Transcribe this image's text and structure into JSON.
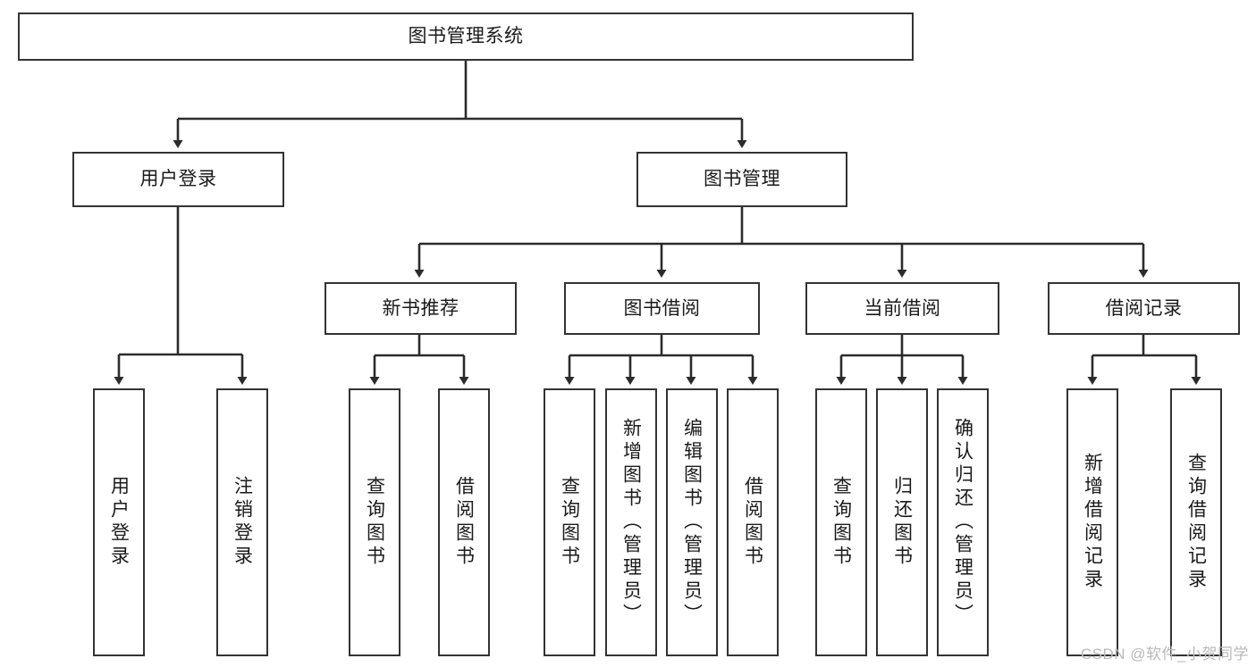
{
  "diagram": {
    "type": "tree",
    "title": "图书管理系统",
    "root": {
      "label": "图书管理系统"
    },
    "level2": [
      {
        "label": "用户登录"
      },
      {
        "label": "图书管理"
      }
    ],
    "level3": [
      {
        "label": "新书推荐"
      },
      {
        "label": "图书借阅"
      },
      {
        "label": "当前借阅"
      },
      {
        "label": "借阅记录"
      }
    ],
    "leaves": {
      "user_login": [
        {
          "label": "用户登录"
        },
        {
          "label": "注销登录"
        }
      ],
      "new_book_recommend": [
        {
          "label": "查询图书"
        },
        {
          "label": "借阅图书"
        }
      ],
      "book_borrow": [
        {
          "label": "查询图书"
        },
        {
          "label": "新增图书（管理员）"
        },
        {
          "label": "编辑图书（管理员）"
        },
        {
          "label": "借阅图书"
        }
      ],
      "current_borrow": [
        {
          "label": "查询图书"
        },
        {
          "label": "归还图书"
        },
        {
          "label": "确认归还（管理员）"
        }
      ],
      "borrow_record": [
        {
          "label": "新增借阅记录"
        },
        {
          "label": "查询借阅记录"
        }
      ]
    },
    "watermark": "CSDN @软件_小贺同学",
    "colors": {
      "stroke": "#333333",
      "background": "#ffffff",
      "text": "#1a1a1a",
      "watermark": "#b9b9b9"
    }
  }
}
